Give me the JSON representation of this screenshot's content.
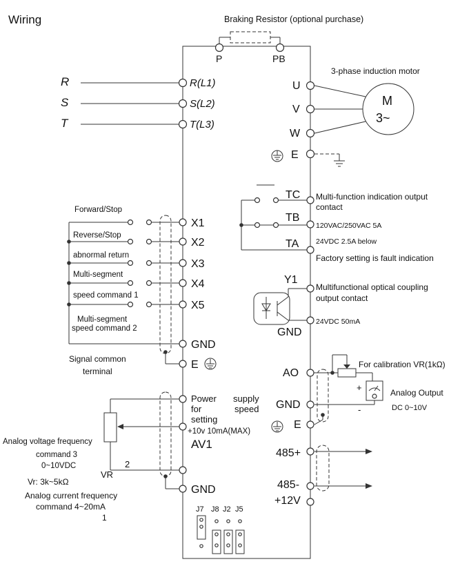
{
  "title": "Wiring",
  "braking": {
    "label": "Braking Resistor (optional purchase)",
    "p": "P",
    "pb": "PB"
  },
  "power_in": {
    "lines": [
      "R",
      "S",
      "T"
    ],
    "terminals": [
      "R(L1)",
      "S(L2)",
      "T(L3)"
    ]
  },
  "motor": {
    "label": "3-phase induction motor",
    "m": "M",
    "phase": "3~",
    "terminals": [
      "U",
      "V",
      "W"
    ],
    "earth": "E"
  },
  "relay": {
    "terminals": [
      "TC",
      "TB",
      "TA"
    ],
    "desc": [
      "Multi-function indication output",
      "contact",
      "120VAC/250VAC  5A",
      "24VDC 2.5A below",
      "Factory setting is fault indication"
    ]
  },
  "inputs": {
    "terminals": [
      "X1",
      "X2",
      "X3",
      "X4",
      "X5",
      "GND"
    ],
    "labels": [
      "Forward/Stop",
      "Reverse/Stop",
      "abnormal return",
      "Multi-segment",
      "speed command 1",
      "Multi-segment",
      "speed command  2"
    ],
    "common": [
      "Signal common",
      "terminal"
    ],
    "earth": "E"
  },
  "optical": {
    "y1": "Y1",
    "gnd": "GND",
    "desc": [
      "Multifunctional optical coupling",
      "output contact",
      "24VDC  50mA"
    ]
  },
  "analog_out": {
    "ao": "AO",
    "gnd": "GND",
    "e": "E",
    "calib": "For calibration VR(1kΩ)",
    "plus": "+",
    "minus": "-",
    "label": "Analog Output",
    "range": "DC 0~10V"
  },
  "analog_in": {
    "power": [
      "Power",
      "supply",
      "for",
      "speed",
      "setting"
    ],
    "ref": "+10v 10mA(MAX)",
    "av1": "AV1",
    "gnd": "GND",
    "volt": [
      "Analog voltage frequency",
      "command 3",
      "0~10VDC"
    ],
    "vr_label": "VR",
    "vr_spec": "Vr: 3k~5kΩ",
    "current": [
      "Analog current frequency",
      "command 4~20mA"
    ],
    "n1": "1",
    "n2": "2"
  },
  "comm": {
    "p485": "485+",
    "n485": "485-",
    "v12": "+12V"
  },
  "jumpers": [
    "J7",
    "J8",
    "J2",
    "J5"
  ]
}
